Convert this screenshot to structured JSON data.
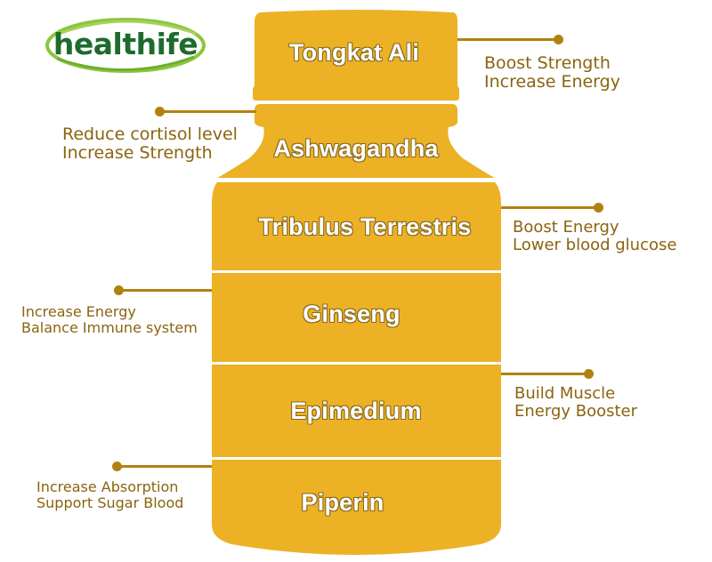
{
  "brand": {
    "name": "healthife",
    "display_text": "hea thife",
    "colors": {
      "text": "#1e6b2d",
      "ring": "#8cc63f"
    }
  },
  "colors": {
    "bottle": "#ecb125",
    "divider": "#ffffff",
    "connector": "#b0820f",
    "note_text": "#8a6410",
    "label_text": "#ffffff",
    "label_outline": "#8a6a1a"
  },
  "ingredients": [
    {
      "name": "Tongkat Ali",
      "benefits": [
        "Boost Strength",
        "Increase Energy"
      ],
      "side": "right"
    },
    {
      "name": "Ashwagandha",
      "benefits": [
        "Reduce cortisol level",
        "Increase Strength"
      ],
      "side": "left"
    },
    {
      "name": "Tribulus Terrestris",
      "benefits": [
        "Boost Energy",
        "Lower blood glucose"
      ],
      "side": "right"
    },
    {
      "name": "Ginseng",
      "benefits": [
        "Increase Energy",
        "Balance Immune system"
      ],
      "side": "left"
    },
    {
      "name": "Epimedium",
      "benefits": [
        "Build Muscle",
        "Energy Booster"
      ],
      "side": "right"
    },
    {
      "name": "Piperin",
      "benefits": [
        "Increase Absorption",
        "Support Sugar Blood"
      ],
      "side": "left"
    }
  ]
}
